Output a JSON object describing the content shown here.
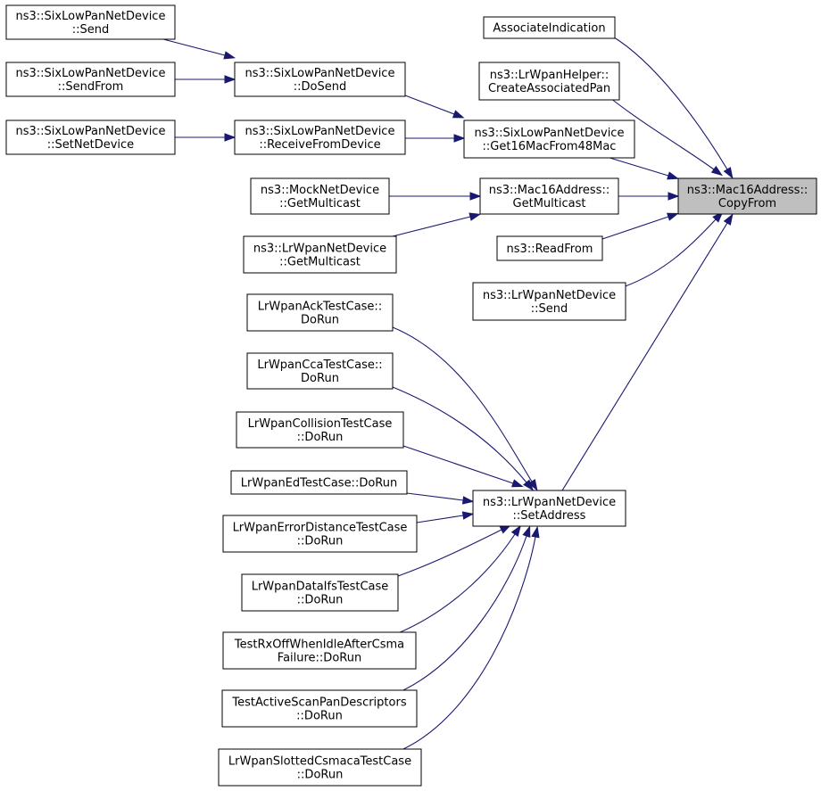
{
  "colors": {
    "edge": "#191970",
    "root_fill": "#bfbfbf",
    "node_fill": "#ffffff",
    "node_stroke": "#000000"
  },
  "nodes": [
    {
      "id": "send6",
      "lines": [
        "ns3::SixLowPanNetDevice",
        "::Send"
      ]
    },
    {
      "id": "sendfrom6",
      "lines": [
        "ns3::SixLowPanNetDevice",
        "::SendFrom"
      ]
    },
    {
      "id": "setnetdev6",
      "lines": [
        "ns3::SixLowPanNetDevice",
        "::SetNetDevice"
      ]
    },
    {
      "id": "dosend6",
      "lines": [
        "ns3::SixLowPanNetDevice",
        "::DoSend"
      ]
    },
    {
      "id": "recvfrom6",
      "lines": [
        "ns3::SixLowPanNetDevice",
        "::ReceiveFromDevice"
      ]
    },
    {
      "id": "get16",
      "lines": [
        "ns3::SixLowPanNetDevice",
        "::Get16MacFrom48Mac"
      ]
    },
    {
      "id": "assocind",
      "lines": [
        "AssociateIndication"
      ]
    },
    {
      "id": "createpan",
      "lines": [
        "ns3::LrWpanHelper::",
        "CreateAssociatedPan"
      ]
    },
    {
      "id": "mockmc",
      "lines": [
        "ns3::MockNetDevice",
        "::GetMulticast"
      ]
    },
    {
      "id": "lrwpanmc",
      "lines": [
        "ns3::LrWpanNetDevice",
        "::GetMulticast"
      ]
    },
    {
      "id": "mac16mc",
      "lines": [
        "ns3::Mac16Address::",
        "GetMulticast"
      ]
    },
    {
      "id": "readfrom",
      "lines": [
        "ns3::ReadFrom"
      ]
    },
    {
      "id": "lrwpansend",
      "lines": [
        "ns3::LrWpanNetDevice",
        "::Send"
      ]
    },
    {
      "id": "copyfrom",
      "lines": [
        "ns3::Mac16Address::",
        "CopyFrom"
      ]
    },
    {
      "id": "ack",
      "lines": [
        "LrWpanAckTestCase::",
        "DoRun"
      ]
    },
    {
      "id": "cca",
      "lines": [
        "LrWpanCcaTestCase::",
        "DoRun"
      ]
    },
    {
      "id": "collision",
      "lines": [
        "LrWpanCollisionTestCase",
        "::DoRun"
      ]
    },
    {
      "id": "ed",
      "lines": [
        "LrWpanEdTestCase::DoRun"
      ]
    },
    {
      "id": "errdist",
      "lines": [
        "LrWpanErrorDistanceTestCase",
        "::DoRun"
      ]
    },
    {
      "id": "dataifs",
      "lines": [
        "LrWpanDataIfsTestCase",
        "::DoRun"
      ]
    },
    {
      "id": "rxoff",
      "lines": [
        "TestRxOffWhenIdleAfterCsma",
        "Failure::DoRun"
      ]
    },
    {
      "id": "activescan",
      "lines": [
        "TestActiveScanPanDescriptors",
        "::DoRun"
      ]
    },
    {
      "id": "slotted",
      "lines": [
        "LrWpanSlottedCsmacaTestCase",
        "::DoRun"
      ]
    },
    {
      "id": "setaddr",
      "lines": [
        "ns3::LrWpanNetDevice",
        "::SetAddress"
      ]
    }
  ],
  "edges": [
    {
      "from": "send6",
      "to": "dosend6"
    },
    {
      "from": "sendfrom6",
      "to": "dosend6"
    },
    {
      "from": "setnetdev6",
      "to": "recvfrom6"
    },
    {
      "from": "dosend6",
      "to": "get16"
    },
    {
      "from": "recvfrom6",
      "to": "get16"
    },
    {
      "from": "get16",
      "to": "copyfrom"
    },
    {
      "from": "assocind",
      "to": "copyfrom"
    },
    {
      "from": "createpan",
      "to": "copyfrom"
    },
    {
      "from": "mockmc",
      "to": "mac16mc"
    },
    {
      "from": "lrwpanmc",
      "to": "mac16mc"
    },
    {
      "from": "mac16mc",
      "to": "copyfrom"
    },
    {
      "from": "readfrom",
      "to": "copyfrom"
    },
    {
      "from": "lrwpansend",
      "to": "copyfrom"
    },
    {
      "from": "setaddr",
      "to": "copyfrom"
    },
    {
      "from": "ack",
      "to": "setaddr"
    },
    {
      "from": "cca",
      "to": "setaddr"
    },
    {
      "from": "collision",
      "to": "setaddr"
    },
    {
      "from": "ed",
      "to": "setaddr"
    },
    {
      "from": "errdist",
      "to": "setaddr"
    },
    {
      "from": "dataifs",
      "to": "setaddr"
    },
    {
      "from": "rxoff",
      "to": "setaddr"
    },
    {
      "from": "activescan",
      "to": "setaddr"
    },
    {
      "from": "slotted",
      "to": "setaddr"
    }
  ]
}
